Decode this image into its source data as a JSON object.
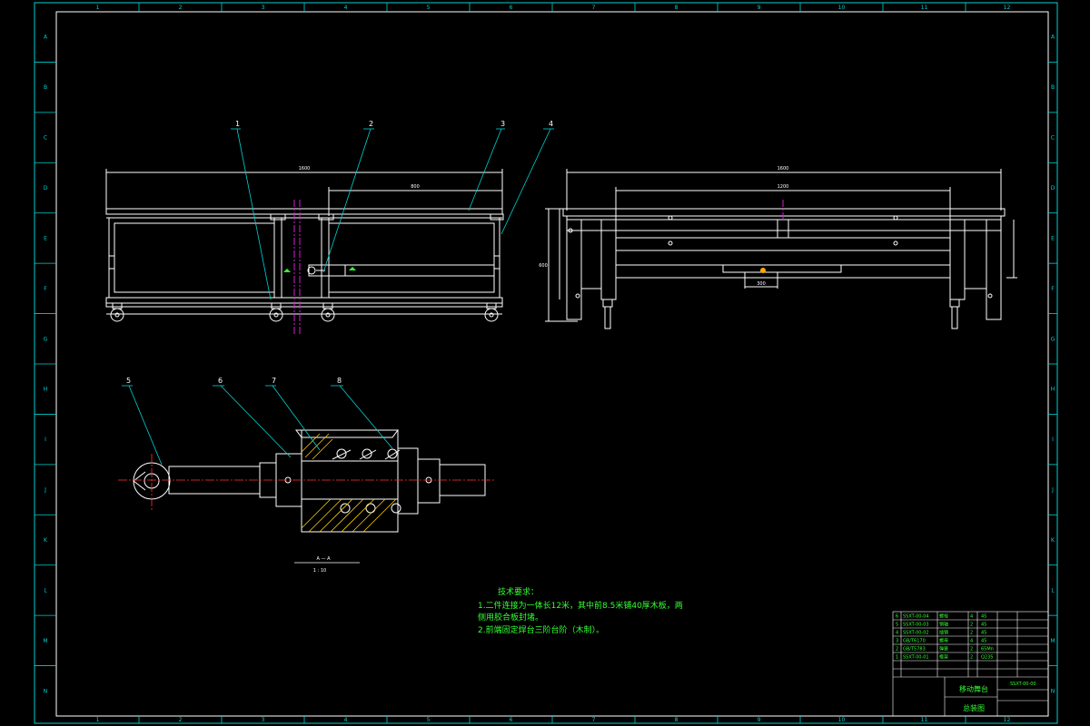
{
  "drawing": {
    "zone_columns": [
      "1",
      "2",
      "3",
      "4",
      "5",
      "6",
      "7",
      "8",
      "9",
      "10",
      "11",
      "12"
    ],
    "zone_rows": [
      "A",
      "B",
      "C",
      "D",
      "E",
      "F",
      "G",
      "H",
      "I",
      "J",
      "K",
      "L",
      "M",
      "N"
    ],
    "balloons": [
      "1",
      "2",
      "3",
      "4",
      "5",
      "6",
      "7",
      "8"
    ],
    "dimensions": {
      "front_overall": "1600",
      "front_partial": "800",
      "side_overall": "1600",
      "side_partial": "1200",
      "side_height": "600",
      "side_bottom": "300"
    },
    "section": {
      "marker": "A",
      "label": "A — A",
      "scale": "1 : 10"
    },
    "notes": {
      "title": "技术要求：",
      "line1": "1.二件连接为一体长12米，其中前8.5米铺40厚木板，两",
      "line2": "侧用胶合板封堵。",
      "line3": "2.前端固定焊台三阶台阶（木制）。"
    },
    "title_block": {
      "name": "移动舞台",
      "drawing_no": "总装图",
      "code": "SSXT-00-00",
      "rows": [
        {
          "code": "SSXT-00-04",
          "name": "螺栓",
          "qty": "4",
          "mat": "45"
        },
        {
          "code": "SSXT-00-03",
          "name": "销轴",
          "qty": "2",
          "mat": "45"
        },
        {
          "code": "SSXT-00-02",
          "name": "插销",
          "qty": "2",
          "mat": "45"
        },
        {
          "code": "GB/T6170",
          "name": "螺母",
          "qty": "4",
          "mat": "45"
        },
        {
          "code": "GB/T5783",
          "name": "弹簧",
          "qty": "2",
          "mat": "65Mn"
        },
        {
          "code": "SSXT-00-01",
          "name": "框架",
          "qty": "2",
          "mat": "Q235"
        }
      ]
    }
  }
}
